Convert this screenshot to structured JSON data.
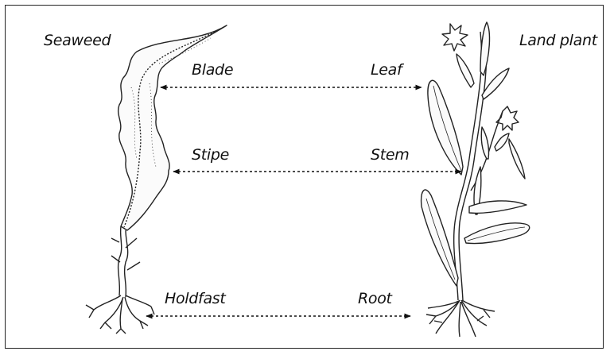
{
  "titles": {
    "left": "Seaweed",
    "right": "Land plant"
  },
  "pairs": [
    {
      "left": "Blade",
      "right": "Leaf"
    },
    {
      "left": "Stipe",
      "right": "Stem"
    },
    {
      "left": "Holdfast",
      "right": "Root"
    }
  ],
  "colors": {
    "line": "#111111",
    "background": "#ffffff"
  }
}
